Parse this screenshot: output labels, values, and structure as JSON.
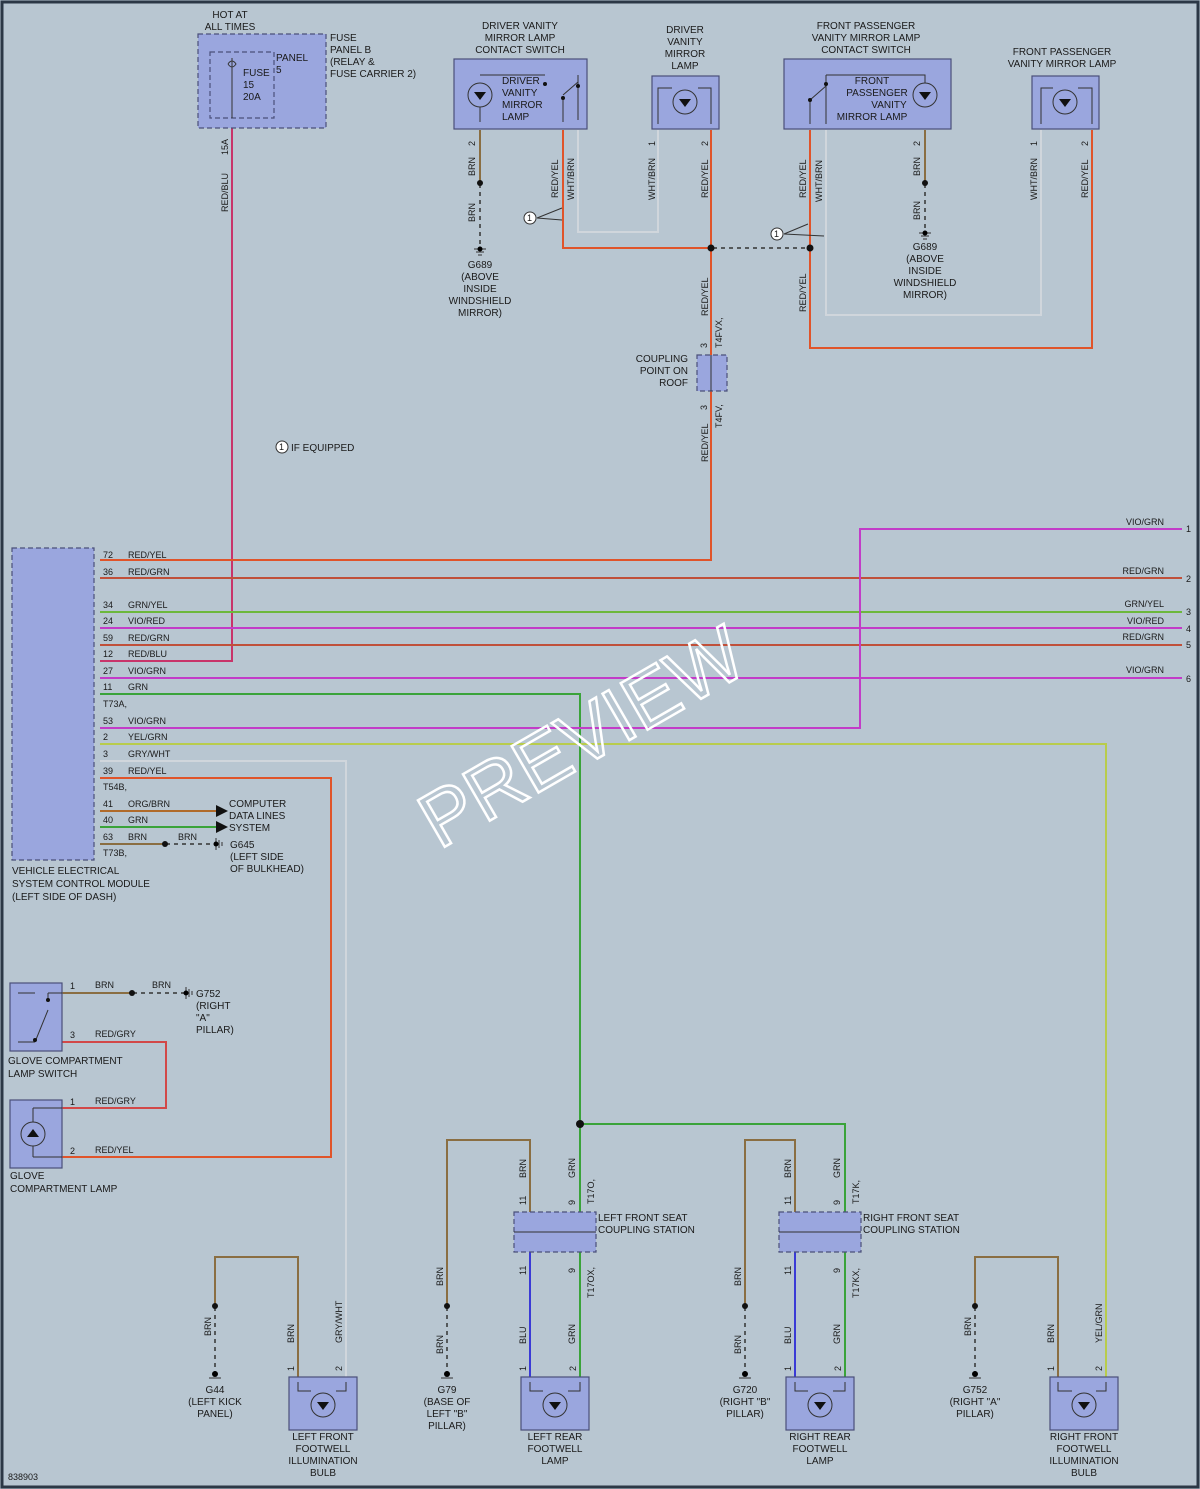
{
  "diagram_id": "838903",
  "watermark": "PREVIEW",
  "note": "IF EQUIPPED",
  "note_marker": "1",
  "colors": {
    "red_yel": "#e0542a",
    "red_grn": "#c0503a",
    "red_blu": "#c8346a",
    "red_gry": "#d24848",
    "grn": "#3aa33a",
    "grn_yel": "#6cb83c",
    "vio": "#c23cc8",
    "yel_grn": "#b8cc4c",
    "gry_wht": "#d0d6dc",
    "brn": "#8a6e42",
    "blu": "#3a3ad6",
    "org_brn": "#b06a2a"
  },
  "fuse": {
    "header": [
      "HOT AT",
      "ALL TIMES"
    ],
    "panel_label": [
      "FUSE",
      "PANEL B",
      "(RELAY &",
      "FUSE CARRIER 2)"
    ],
    "inner_label": [
      "FUSE",
      "15",
      "20A"
    ],
    "inner_panel": [
      "PANEL",
      "5"
    ],
    "pin": "15A",
    "wire": "RED/BLU"
  },
  "driver_switch": {
    "title": [
      "DRIVER VANITY",
      "MIRROR LAMP",
      "CONTACT SWITCH"
    ],
    "inner": [
      "DRIVER",
      "VANITY",
      "MIRROR",
      "LAMP"
    ],
    "wires": [
      "BRN",
      "RED/YEL",
      "WHT/BRN"
    ],
    "pin": "2"
  },
  "driver_lamp": {
    "title": [
      "DRIVER",
      "VANITY",
      "MIRROR",
      "LAMP"
    ],
    "pins": [
      "1",
      "2"
    ],
    "wires": [
      "WHT/BRN",
      "RED/YEL"
    ]
  },
  "pass_switch": {
    "title": [
      "FRONT PASSENGER",
      "VANITY MIRROR LAMP",
      "CONTACT SWITCH"
    ],
    "inner": [
      "FRONT",
      "PASSENGER",
      "VANITY",
      "MIRROR LAMP"
    ],
    "wires": [
      "RED/YEL",
      "WHT/BRN",
      "BRN"
    ],
    "pin": "2"
  },
  "pass_lamp": {
    "title": [
      "FRONT PASSENGER",
      "VANITY MIRROR LAMP"
    ],
    "pins": [
      "1",
      "2"
    ],
    "wires": [
      "WHT/BRN",
      "RED/YEL"
    ]
  },
  "ground_g689_left": {
    "wire": "BRN",
    "label": [
      "G689",
      "(ABOVE",
      "INSIDE",
      "WINDSHIELD",
      "MIRROR)"
    ]
  },
  "ground_g689_right": {
    "wire": "BRN",
    "label": [
      "G689",
      "(ABOVE",
      "INSIDE",
      "WINDSHIELD",
      "MIRROR)"
    ]
  },
  "roof_coupling": {
    "label": [
      "COUPLING",
      "POINT ON",
      "ROOF"
    ],
    "top_conn": "T4FVX,",
    "bottom_conn": "T4FV,",
    "pin_top": "3",
    "pin_bottom": "3",
    "wire_top": "RED/YEL",
    "wire_bottom": "RED/YEL",
    "right_wire": "RED/YEL"
  },
  "module": {
    "label": [
      "VEHICLE ELECTRICAL",
      "SYSTEM CONTROL MODULE",
      "(LEFT SIDE OF DASH)"
    ],
    "conn_a": "T73A,",
    "conn_b": "T54B,",
    "conn_c": "T73B,",
    "pins": [
      {
        "pin": "72",
        "wire": "RED/YEL"
      },
      {
        "pin": "36",
        "wire": "RED/GRN"
      },
      {
        "pin": "34",
        "wire": "GRN/YEL"
      },
      {
        "pin": "24",
        "wire": "VIO/RED"
      },
      {
        "pin": "59",
        "wire": "RED/GRN"
      },
      {
        "pin": "12",
        "wire": "RED/BLU"
      },
      {
        "pin": "27",
        "wire": "VIO/GRN"
      },
      {
        "pin": "11",
        "wire": "GRN"
      },
      {
        "pin": "53",
        "wire": "VIO/GRN"
      },
      {
        "pin": "2",
        "wire": "YEL/GRN"
      },
      {
        "pin": "3",
        "wire": "GRY/WHT"
      },
      {
        "pin": "39",
        "wire": "RED/YEL"
      },
      {
        "pin": "41",
        "wire": "ORG/BRN"
      },
      {
        "pin": "40",
        "wire": "GRN"
      },
      {
        "pin": "63",
        "wire": "BRN"
      }
    ],
    "brn_continue": "BRN",
    "data_lines": [
      "COMPUTER",
      "DATA LINES",
      "SYSTEM"
    ],
    "g645": [
      "G645",
      "(LEFT SIDE",
      "OF BULKHEAD)"
    ]
  },
  "right_edge": [
    {
      "num": "1",
      "wire": "VIO/GRN"
    },
    {
      "num": "2",
      "wire": "RED/GRN"
    },
    {
      "num": "3",
      "wire": "GRN/YEL"
    },
    {
      "num": "4",
      "wire": "VIO/RED"
    },
    {
      "num": "5",
      "wire": "RED/GRN"
    },
    {
      "num": "6",
      "wire": "VIO/GRN"
    }
  ],
  "glove_switch": {
    "label": [
      "GLOVE COMPARTMENT",
      "LAMP SWITCH"
    ],
    "pin1": "1",
    "pin3": "3",
    "wire1": "BRN",
    "wire1b": "BRN",
    "wire3": "RED/GRY",
    "ground": [
      "G752",
      "(RIGHT",
      "\"A\"",
      "PILLAR)"
    ]
  },
  "glove_lamp": {
    "label": [
      "GLOVE",
      "COMPARTMENT LAMP"
    ],
    "pin1": "1",
    "pin2": "2",
    "wire1": "RED/GRY",
    "wire2": "RED/YEL"
  },
  "left_seat": {
    "label": [
      "LEFT FRONT SEAT",
      "COUPLING STATION"
    ],
    "top_conn": "T17O,",
    "bottom_conn": "T17OX,",
    "pins": [
      "11",
      "9"
    ],
    "top_wires": [
      "BRN",
      "GRN"
    ],
    "bottom_wires": [
      "BLU",
      "GRN"
    ]
  },
  "right_seat": {
    "label": [
      "RIGHT FRONT SEAT",
      "COUPLING STATION"
    ],
    "top_conn": "T17K,",
    "bottom_conn": "T17KX,",
    "pins": [
      "11",
      "9"
    ],
    "top_wires": [
      "BRN",
      "GRN"
    ],
    "bottom_wires": [
      "BLU",
      "GRN"
    ]
  },
  "bottom_grounds": [
    {
      "wire": "BRN",
      "label": [
        "G44",
        "(LEFT KICK",
        "PANEL)"
      ]
    },
    {
      "wire": "BRN",
      "label": [
        "G79",
        "(BASE OF",
        "LEFT \"B\"",
        "PILLAR)"
      ]
    },
    {
      "wire": "BRN",
      "label": [
        "G720",
        "(RIGHT \"B\"",
        "PILLAR)"
      ]
    },
    {
      "wire": "BRN",
      "label": [
        "G752",
        "(RIGHT \"A\"",
        "PILLAR)"
      ]
    }
  ],
  "bottom_lamps": [
    {
      "label": [
        "LEFT FRONT",
        "FOOTWELL",
        "ILLUMINATION",
        "BULB"
      ],
      "pins": [
        "1",
        "2"
      ],
      "wires": [
        "BRN",
        "GRY/WHT"
      ]
    },
    {
      "label": [
        "LEFT REAR",
        "FOOTWELL",
        "LAMP"
      ],
      "pins": [
        "1",
        "2"
      ],
      "wires": [
        "BRN",
        "GRN"
      ]
    },
    {
      "label": [
        "RIGHT REAR",
        "FOOTWELL",
        "LAMP"
      ],
      "pins": [
        "1",
        "2"
      ],
      "wires": [
        "BRN",
        "GRN"
      ]
    },
    {
      "label": [
        "RIGHT FRONT",
        "FOOTWELL",
        "ILLUMINATION",
        "BULB"
      ],
      "pins": [
        "1",
        "2"
      ],
      "wires": [
        "BRN",
        "YEL/GRN"
      ]
    }
  ],
  "bottom_wire_brn_extra": [
    "BRN",
    "BRN"
  ]
}
